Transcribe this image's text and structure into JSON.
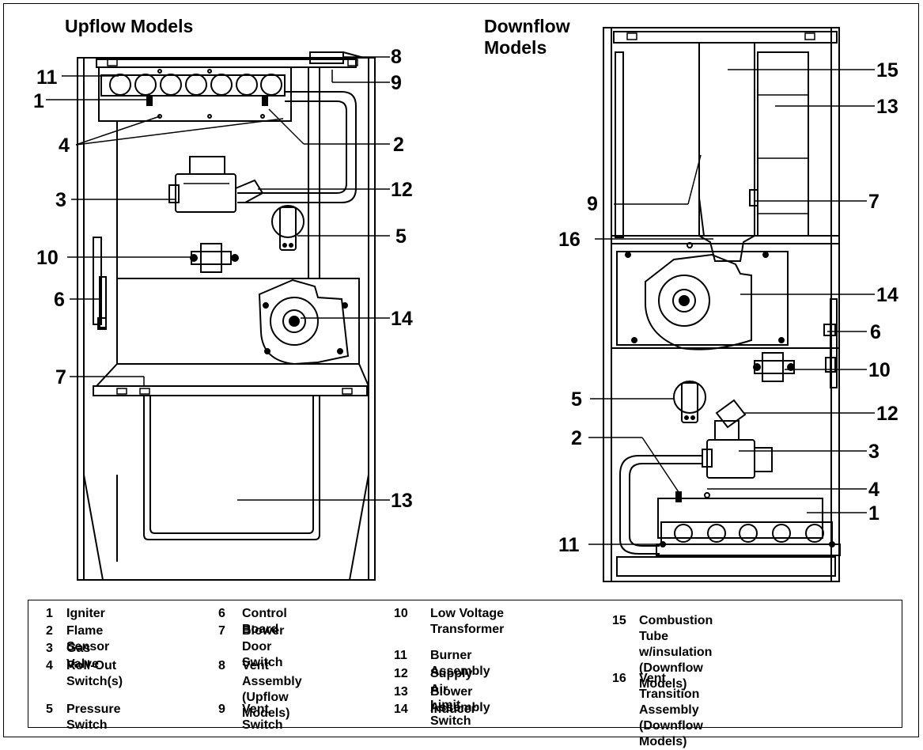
{
  "titles": {
    "upflow": "Upflow  Models",
    "downflow": "Downflow\nModels"
  },
  "callouts": {
    "upflow": [
      "8",
      "11",
      "9",
      "1",
      "4",
      "2",
      "12",
      "3",
      "5",
      "10",
      "6",
      "14",
      "7",
      "13"
    ],
    "downflow": [
      "15",
      "13",
      "9",
      "7",
      "16",
      "14",
      "6",
      "10",
      "5",
      "12",
      "2",
      "3",
      "4",
      "1",
      "11"
    ]
  },
  "legend": [
    {
      "num": "1",
      "text": "Igniter"
    },
    {
      "num": "2",
      "text": "Flame Sensor"
    },
    {
      "num": "3",
      "text": "Gas Valve"
    },
    {
      "num": "4",
      "text": "Roll-Out\nSwitch(s)"
    },
    {
      "num": "5",
      "text": "Pressure Switch"
    },
    {
      "num": "6",
      "text": "Control Board"
    },
    {
      "num": "7",
      "text": "Blower Door\nSwitch"
    },
    {
      "num": "8",
      "text": "Vent Assembly\n(Upflow Models)"
    },
    {
      "num": "9",
      "text": "Vent Switch"
    },
    {
      "num": "10",
      "text": "Low Voltage\nTransformer"
    },
    {
      "num": "11",
      "text": "Burner Assembly"
    },
    {
      "num": "12",
      "text": "Supply Air Limit Switch"
    },
    {
      "num": "13",
      "text": "Blower Assembly"
    },
    {
      "num": "14",
      "text": "Inducer"
    },
    {
      "num": "15",
      "text": "Combustion Tube\nw/insulation\n(Downflow Models)"
    },
    {
      "num": "16",
      "text": "Vent Transition\nAssembly (Downflow Models)"
    }
  ]
}
